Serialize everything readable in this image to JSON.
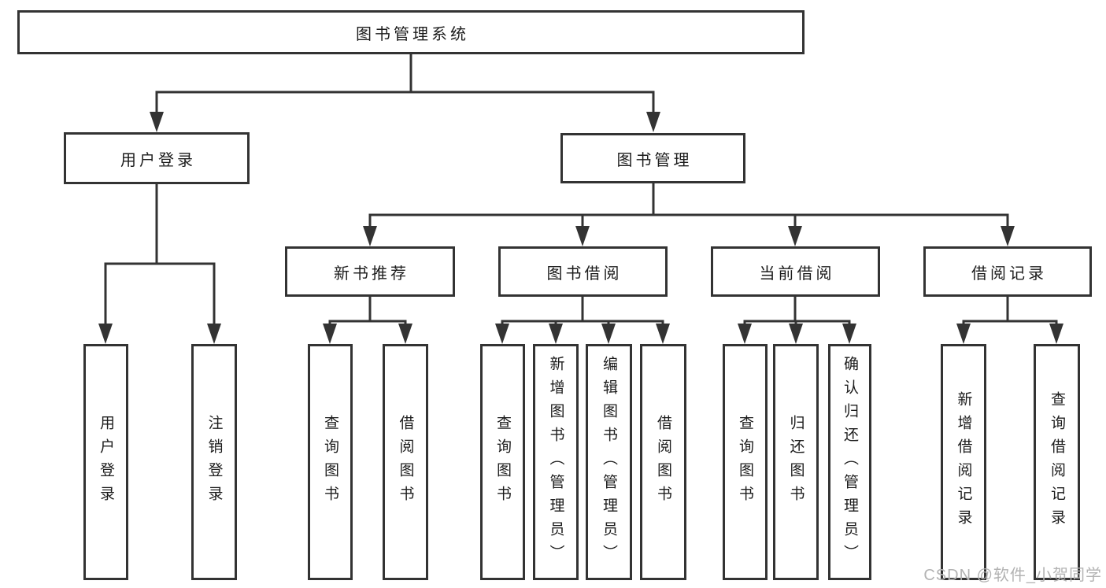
{
  "diagram": {
    "root": {
      "label": "图书管理系统"
    },
    "branches": [
      {
        "label": "用户登录",
        "children": [
          {
            "label": "用户登录"
          },
          {
            "label": "注销登录"
          }
        ]
      },
      {
        "label": "图书管理",
        "children": [
          {
            "label": "新书推荐",
            "children": [
              {
                "label": "查询图书"
              },
              {
                "label": "借阅图书"
              }
            ]
          },
          {
            "label": "图书借阅",
            "children": [
              {
                "label": "查询图书"
              },
              {
                "label": "新增图书（管理员）"
              },
              {
                "label": "编辑图书（管理员）"
              },
              {
                "label": "借阅图书"
              }
            ]
          },
          {
            "label": "当前借阅",
            "children": [
              {
                "label": "查询图书"
              },
              {
                "label": "归还图书"
              },
              {
                "label": "确认归还（管理员）"
              }
            ]
          },
          {
            "label": "借阅记录",
            "children": [
              {
                "label": "新增借阅记录"
              },
              {
                "label": "查询借阅记录"
              }
            ]
          }
        ]
      }
    ]
  },
  "watermark": {
    "text": "CSDN @软件_小贺同学"
  },
  "colors": {
    "line": "#333333",
    "box_border": "#333333",
    "box_fill": "#ffffff",
    "text": "#1c1c1c",
    "watermark": "#b3b3b3",
    "background": "#ffffff"
  }
}
